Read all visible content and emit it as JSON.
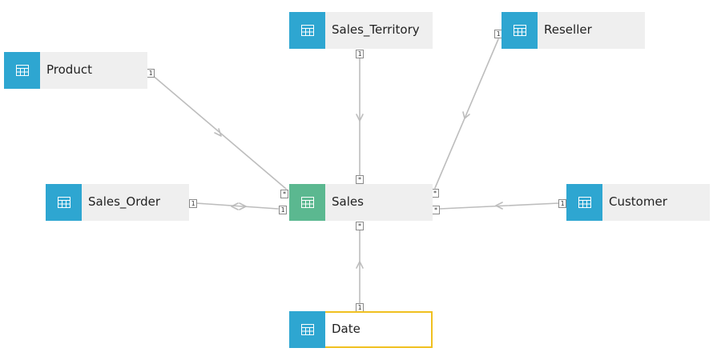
{
  "tables": {
    "product": {
      "name": "Product",
      "icon": "table-icon"
    },
    "sales_territory": {
      "name": "Sales_Territory",
      "icon": "table-icon"
    },
    "reseller": {
      "name": "Reseller",
      "icon": "table-icon"
    },
    "sales_order": {
      "name": "Sales_Order",
      "icon": "table-icon"
    },
    "sales": {
      "name": "Sales",
      "icon": "table-icon"
    },
    "customer": {
      "name": "Customer",
      "icon": "table-icon"
    },
    "date": {
      "name": "Date",
      "icon": "table-icon"
    }
  },
  "relationships": [
    {
      "from": "Product",
      "to": "Sales",
      "from_cardinality": "1",
      "to_cardinality": "*",
      "direction": "single"
    },
    {
      "from": "Sales_Territory",
      "to": "Sales",
      "from_cardinality": "1",
      "to_cardinality": "*",
      "direction": "single"
    },
    {
      "from": "Reseller",
      "to": "Sales",
      "from_cardinality": "1",
      "to_cardinality": "*",
      "direction": "single"
    },
    {
      "from": "Sales_Order",
      "to": "Sales",
      "from_cardinality": "1",
      "to_cardinality": "1",
      "direction": "both"
    },
    {
      "from": "Customer",
      "to": "Sales",
      "from_cardinality": "1",
      "to_cardinality": "*",
      "direction": "single"
    },
    {
      "from": "Date",
      "to": "Sales",
      "from_cardinality": "1",
      "to_cardinality": "*",
      "direction": "single"
    }
  ],
  "colors": {
    "dimension_icon": "#2ea6d1",
    "fact_icon": "#5bb890",
    "card_background": "#efefef",
    "selected_border": "#f0c020",
    "line": "#bfbfbf"
  }
}
